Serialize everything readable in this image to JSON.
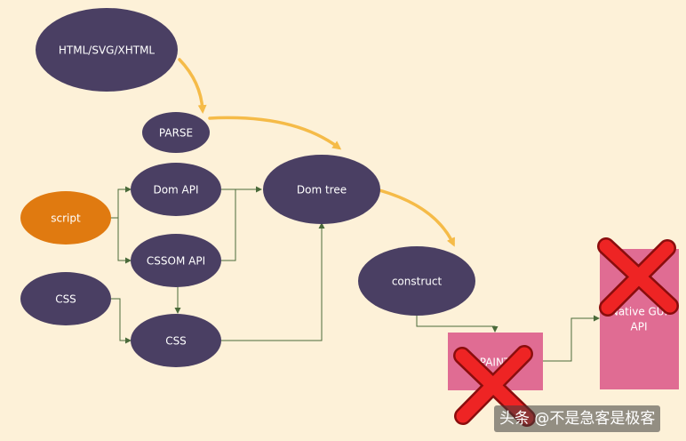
{
  "nodes": {
    "html": "HTML/SVG/XHTML",
    "parse": "PARSE",
    "script": "script",
    "dom_api": "Dom API",
    "cssom_api": "CSSOM API",
    "css_source": "CSS",
    "css": "CSS",
    "dom_tree": "Dom tree",
    "construct": "construct",
    "paint": "PAINT",
    "native_gui": "Native GUI",
    "api": "API"
  },
  "watermark": "头条 @不是急客是极客",
  "colors": {
    "background": "#fdf1d8",
    "node": "#4a3f63",
    "script_node": "#e07a10",
    "box": "#e06c93",
    "arrow_main": "#f5bb48",
    "connector": "#4a6a3a",
    "cross": "#ee2424"
  }
}
